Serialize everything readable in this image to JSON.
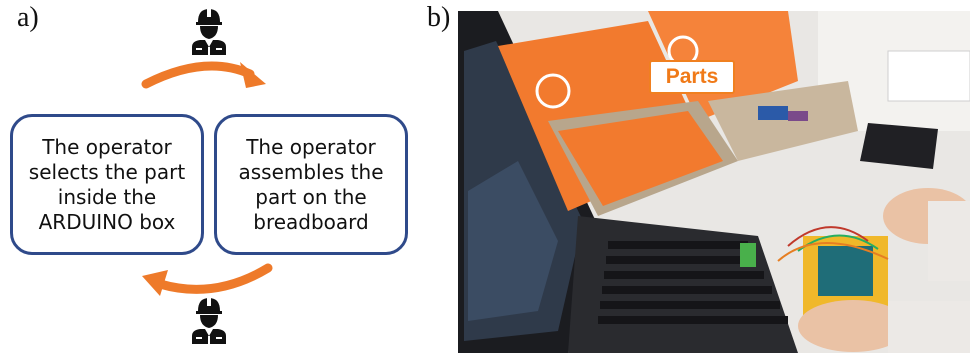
{
  "panel_a": {
    "label": "a)",
    "box_left": "The operator selects the part inside the ARDUINO box",
    "box_right": "The operator assembles the part on the breadboard",
    "icons": [
      "operator-icon",
      "operator-icon"
    ],
    "colors": {
      "box_border": "#2f4a8a",
      "arrow": "#ee7a2a"
    }
  },
  "panel_b": {
    "label": "b)",
    "parts_label": "Parts",
    "colors": {
      "box_orange": "#f27a2e",
      "label_orange": "#f07a18"
    }
  }
}
